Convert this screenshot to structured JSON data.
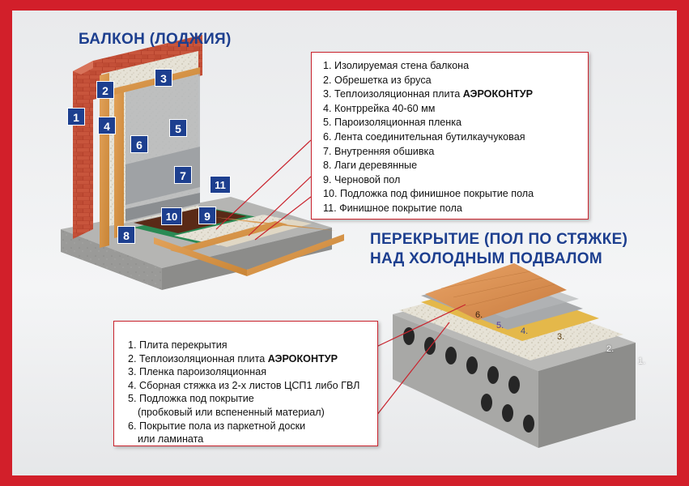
{
  "balcony": {
    "title": "БАЛКОН (ЛОДЖИЯ)",
    "items": [
      {
        "num": "1.",
        "text": "Изолируемая стена балкона"
      },
      {
        "num": "2.",
        "text": "Обрешетка из бруса"
      },
      {
        "num": "3.",
        "text": "Теплоизоляционная плита ",
        "brand": "АЭРОКОНТУР"
      },
      {
        "num": "4.",
        "text": "Контррейка 40-60 мм"
      },
      {
        "num": "5.",
        "text": "Пароизоляционная пленка"
      },
      {
        "num": "6.",
        "text": "Лента соединительная бутилкаучуковая"
      },
      {
        "num": "7.",
        "text": "Внутренняя обшивка"
      },
      {
        "num": "8.",
        "text": "Лаги деревянные"
      },
      {
        "num": "9.",
        "text": "Черновой пол"
      },
      {
        "num": "10.",
        "text": "Подложка под финишное покрытие пола"
      },
      {
        "num": "11.",
        "text": "Финишное покрытие пола"
      }
    ],
    "badges": [
      "1",
      "2",
      "3",
      "4",
      "5",
      "6",
      "7",
      "8",
      "9",
      "10",
      "11"
    ]
  },
  "floor": {
    "title_line1": "ПЕРЕКРЫТИЕ (ПОЛ ПО СТЯЖКЕ)",
    "title_line2": "НАД ХОЛОДНЫМ ПОДВАЛОМ",
    "items": [
      {
        "num": "1.",
        "text": "Плита перекрытия"
      },
      {
        "num": "2.",
        "text": "Теплоизоляционная плита ",
        "brand": "АЭРОКОНТУР"
      },
      {
        "num": "3.",
        "text": "Пленка пароизоляционная"
      },
      {
        "num": "4.",
        "text": "Сборная стяжка из 2-х листов ЦСП1 либо ГВЛ"
      },
      {
        "num": "5.",
        "text": "Подложка под покрытие"
      },
      {
        "num": "",
        "text": "(пробковый или вспененный материал)"
      },
      {
        "num": "6.",
        "text": "Покрытие пола из паркетной доски"
      },
      {
        "num": "",
        "text": "или ламината"
      }
    ],
    "labels": [
      "1.",
      "2.",
      "3.",
      "4.",
      "5.",
      "6."
    ]
  },
  "colors": {
    "frame": "#d21f2a",
    "title": "#1d3f8f",
    "badge": "#1d3f8f",
    "accent": "#c9232d"
  }
}
